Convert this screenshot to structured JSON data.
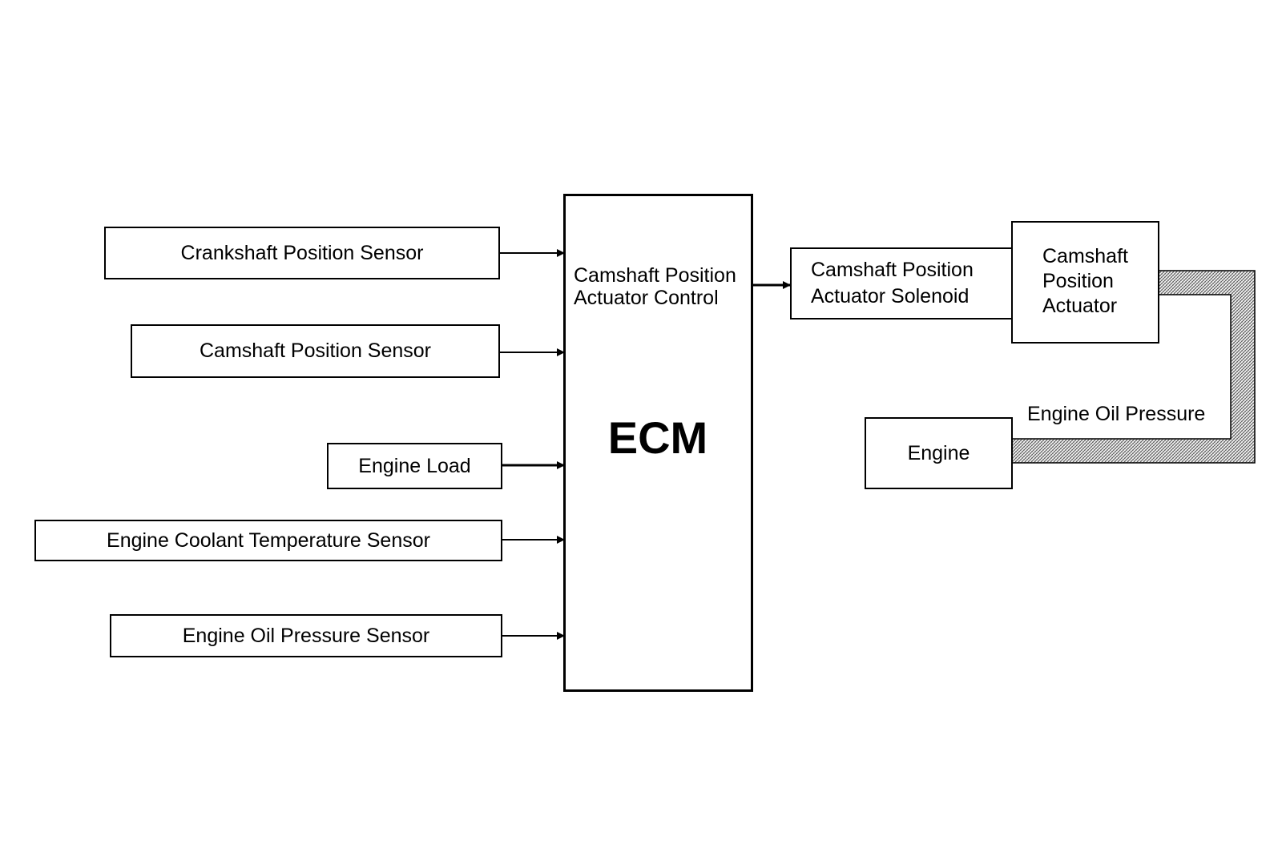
{
  "inputs": {
    "crankshaft_sensor": "Crankshaft Position Sensor",
    "camshaft_sensor": "Camshaft Position Sensor",
    "engine_load": "Engine Load",
    "coolant_sensor": "Engine Coolant Temperature Sensor",
    "oil_pressure_sensor": "Engine Oil Pressure Sensor"
  },
  "ecm": {
    "function": "Camshaft Position\nActuator Control",
    "title": "ECM"
  },
  "outputs": {
    "solenoid": "Camshaft Position\nActuator Solenoid",
    "actuator": "Camshaft\nPosition\nActuator",
    "engine": "Engine",
    "oil_pressure_path": "Engine Oil Pressure"
  },
  "colors": {
    "line": "#000000",
    "background": "#ffffff",
    "oil_path_fill": "#9a9a9a"
  }
}
